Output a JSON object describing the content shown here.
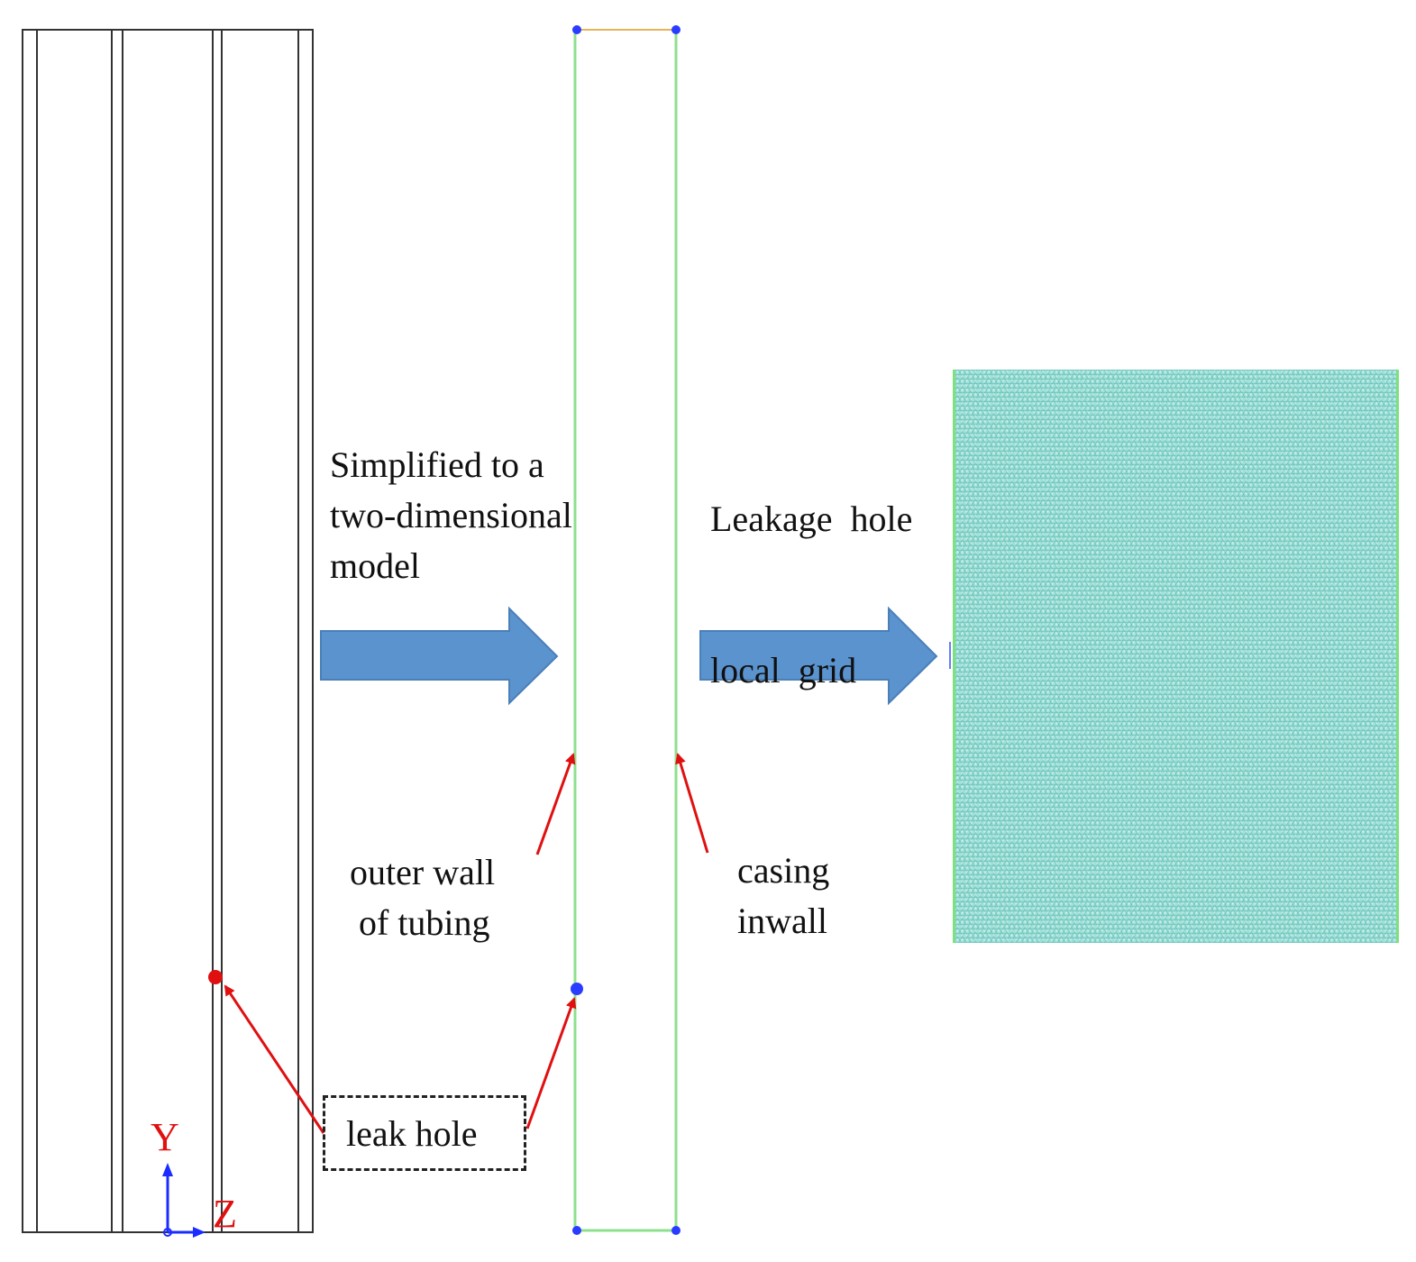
{
  "labels": {
    "simplified": [
      "Simplified to a",
      "two-dimensional",
      "model"
    ],
    "leakage_grid": [
      "Leakage  hole",
      "local  grid"
    ],
    "outer_wall": [
      "outer wall",
      "of tubing"
    ],
    "casing": [
      "casing",
      "inwall"
    ],
    "leak_hole": "leak hole",
    "axis_y": "Y",
    "axis_z": "Z"
  },
  "colors": {
    "arrow_fill": "#5b93cf",
    "arrow_stroke": "#4a7fb8",
    "wall_green": "#8ee08e",
    "top_boundary": "#e8b45a",
    "node_blue": "#2a3cff",
    "annotation_red": "#e01010",
    "axis_blue": "#1a2cff",
    "mesh": "#9fe0d8"
  }
}
